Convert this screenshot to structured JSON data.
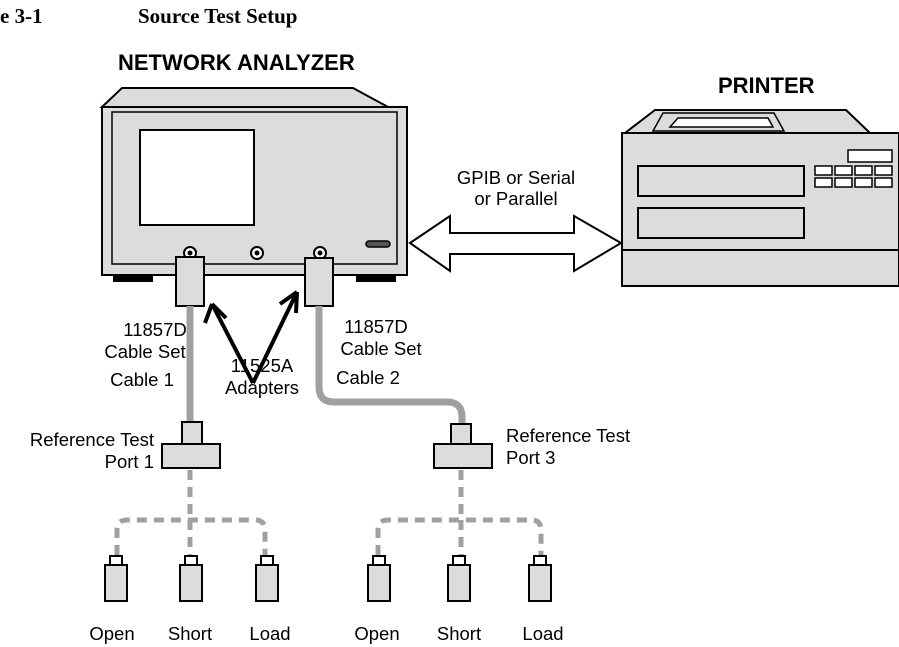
{
  "figure": {
    "number": "e 3-1",
    "title": "Source Test Setup"
  },
  "analyzer": {
    "label": "NETWORK ANALYZER"
  },
  "printer": {
    "label": "PRINTER"
  },
  "link": {
    "line1": "GPIB or Serial",
    "line2": "or Parallel"
  },
  "left_cable": {
    "set_line1": "11857D",
    "set_line2": "Cable Set",
    "cable": "Cable 1"
  },
  "right_cable": {
    "set_line1": "11857D",
    "set_line2": "Cable Set",
    "cable": "Cable 2"
  },
  "adapters": {
    "line1": "11525A",
    "line2": "Adapters"
  },
  "port_left": {
    "line1": "Reference Test",
    "line2": "Port 1"
  },
  "port_right": {
    "line1": "Reference Test",
    "line2": "Port 3"
  },
  "standards_left": [
    "Open",
    "Short",
    "Load"
  ],
  "standards_right": [
    "Open",
    "Short",
    "Load"
  ],
  "colors": {
    "fill": "#dcdcdc",
    "stroke": "#000000",
    "cable": "#a0a0a0"
  }
}
